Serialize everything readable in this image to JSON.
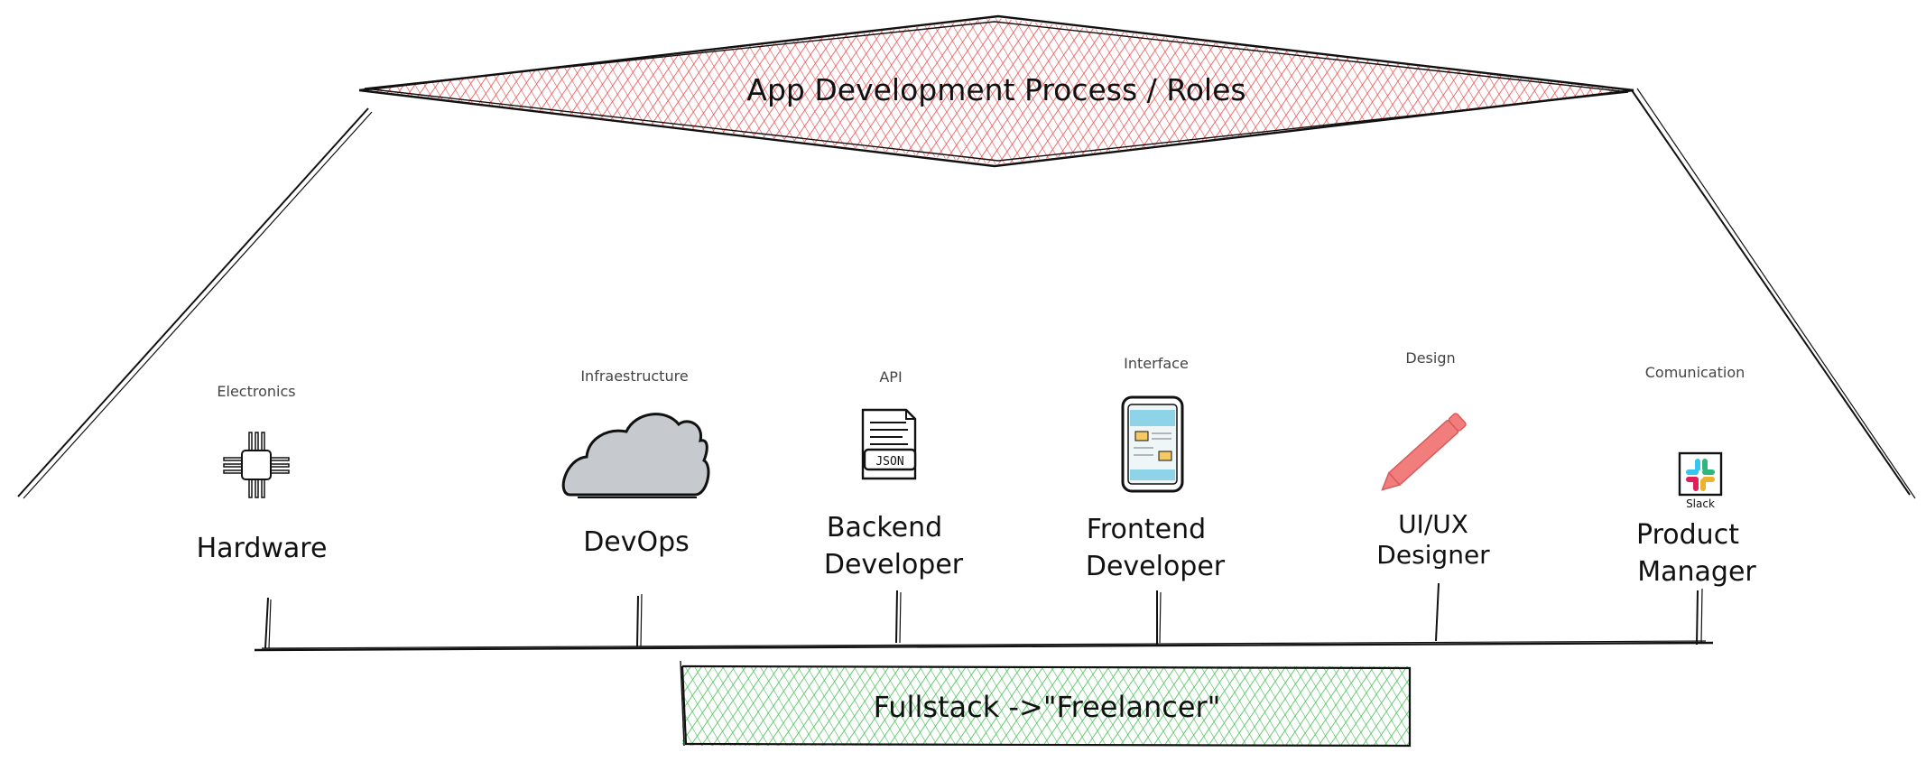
{
  "diagram": {
    "title": "App Development Process / Roles",
    "footer": "Fullstack ->\"Freelancer\"",
    "colors": {
      "title_fill": "#f0474a",
      "footer_fill": "#3fbf4f",
      "stroke": "#111111",
      "caption": "#444444",
      "cloud": "#c6c9cd",
      "pencil": "#f27d7d",
      "screen": "#8fd3e8",
      "note": "#f5c964"
    },
    "roles": [
      {
        "category": "Electronics",
        "name": [
          "Hardware"
        ],
        "icon": "chip-icon"
      },
      {
        "category": "Infraestructure",
        "name": [
          "DevOps"
        ],
        "icon": "cloud-icon"
      },
      {
        "category": "API",
        "name": [
          "Backend",
          "Developer"
        ],
        "icon": "json-document-icon"
      },
      {
        "category": "Interface",
        "name": [
          "Frontend",
          "Developer"
        ],
        "icon": "tablet-icon"
      },
      {
        "category": "Design",
        "name": [
          "UI/UX",
          "Designer"
        ],
        "icon": "pencil-icon"
      },
      {
        "category": "Comunication",
        "name": [
          "Product",
          "Manager"
        ],
        "icon": "slack-icon"
      }
    ],
    "json_label": "JSON",
    "slack_label": "Slack"
  }
}
